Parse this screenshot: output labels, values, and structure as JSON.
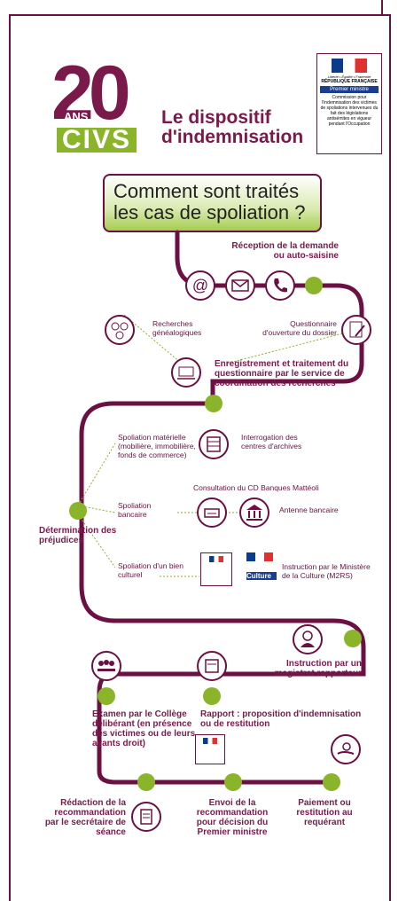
{
  "header": {
    "number": "20",
    "ans": "ANS",
    "civs": "CIVS",
    "title_line1": "Le dispositif",
    "title_line2": "d'indemnisation"
  },
  "gov": {
    "motto": "Liberté • Égalité • Fraternité",
    "republic": "RÉPUBLIQUE FRANÇAISE",
    "band": "Premier ministre",
    "text": "Commission pour l'indemnisation des victimes de spoliations intervenues du fait des législations antisémites en vigueur pendant l'Occupation"
  },
  "banner": {
    "line1": "Comment sont traités",
    "line2": "les cas de spoliation ?"
  },
  "steps": {
    "reception": "Réception de la demande ou auto-saisine",
    "recherches": "Recherches généalogiques",
    "questionnaire": "Questionnaire d'ouverture du dossier",
    "enregistrement": "Enregistrement et traitement du questionnaire par le service de coordination des recherches",
    "spol_mat": "Spoliation matérielle (mobilière, immobilière, fonds de commerce)",
    "interrogation": "Interrogation des centres d'archives",
    "consultation": "Consultation du CD Banques Mattéoli",
    "spol_banc": "Spoliation bancaire",
    "antenne": "Antenne bancaire",
    "determination": "Détermination des préjudices",
    "spol_cult": "Spoliation d'un bien culturel",
    "instruction_culture": "Instruction par le Ministère de la Culture (M2RS)",
    "instruction_mag": "Instruction par un magistrat rapporteur",
    "examen": "Examen par le Collège délibérant (en présence des victimes ou de leurs ayants droit)",
    "rapport": "Rapport : proposition d'indemnisation ou de restitution",
    "redaction": "Rédaction de la recommandation par le secrétaire de séance",
    "envoi": "Envoi de la recommandation pour décision du Premier ministre",
    "paiement": "Paiement ou restitution au requérant"
  },
  "icons": {
    "at": "@",
    "culture": "Culture"
  },
  "colors": {
    "maroon": "#6b1042",
    "green": "#8ab52a"
  }
}
